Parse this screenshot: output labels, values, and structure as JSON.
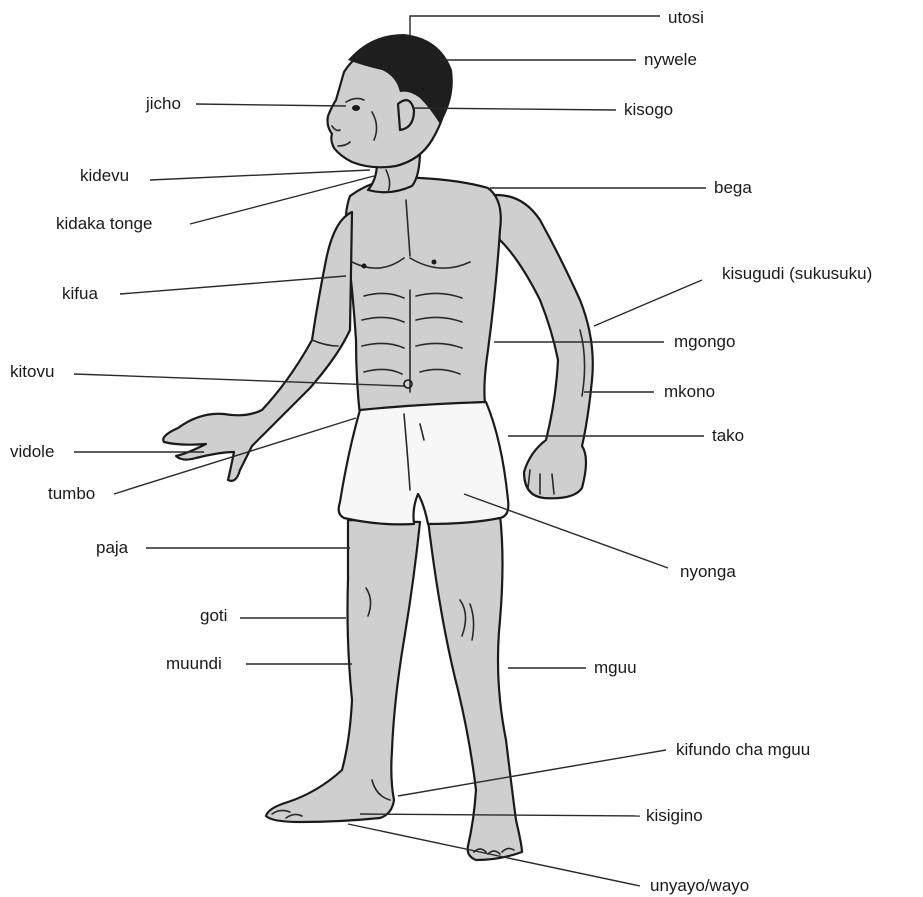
{
  "labels": {
    "utosi": "utosi",
    "nywele": "nywele",
    "jicho": "jicho",
    "kisogo": "kisogo",
    "kidevu": "kidevu",
    "bega": "bega",
    "kidaka_tonge": "kidaka tonge",
    "kifua": "kifua",
    "kisugudi": "kisugudi (sukusuku)",
    "mgongo": "mgongo",
    "kitovu": "kitovu",
    "mkono": "mkono",
    "vidole": "vidole",
    "tako": "tako",
    "tumbo": "tumbo",
    "paja": "paja",
    "nyonga": "nyonga",
    "goti": "goti",
    "muundi": "muundi",
    "mguu": "mguu",
    "kifundo_cha_mguu": "kifundo cha mguu",
    "kisigino": "kisigino",
    "unyayo_wayo": "unyayo/wayo"
  }
}
